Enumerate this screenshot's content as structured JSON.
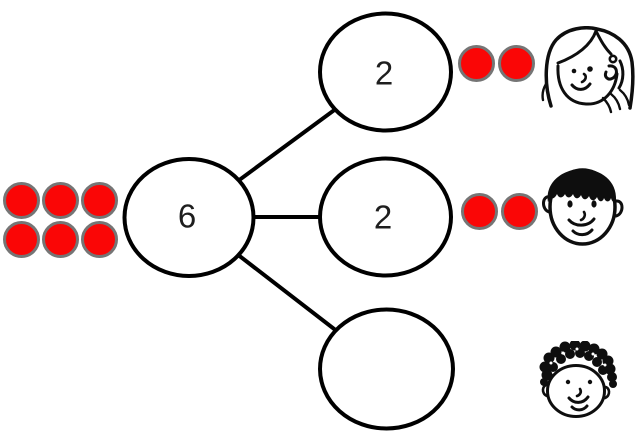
{
  "number_bond": {
    "description": "Number bond: whole 6 split into parts 2, 2 and an empty part",
    "whole": {
      "value": "6",
      "counters": 6
    },
    "parts": [
      {
        "value": "2",
        "counters": 2,
        "person": "girl"
      },
      {
        "value": "2",
        "counters": 2,
        "person": "boy"
      },
      {
        "value": "",
        "counters": 0,
        "person": "curly-haired-child"
      }
    ]
  },
  "counter_groups": {
    "whole": {
      "count": 6,
      "columns": 3
    },
    "part_top": {
      "count": 2,
      "columns": 2
    },
    "part_middle": {
      "count": 2,
      "columns": 2
    }
  },
  "colors": {
    "counter_fill": "#FA0606",
    "counter_border": "#757575",
    "outline": "#000000",
    "background": "#FFFFFF"
  }
}
